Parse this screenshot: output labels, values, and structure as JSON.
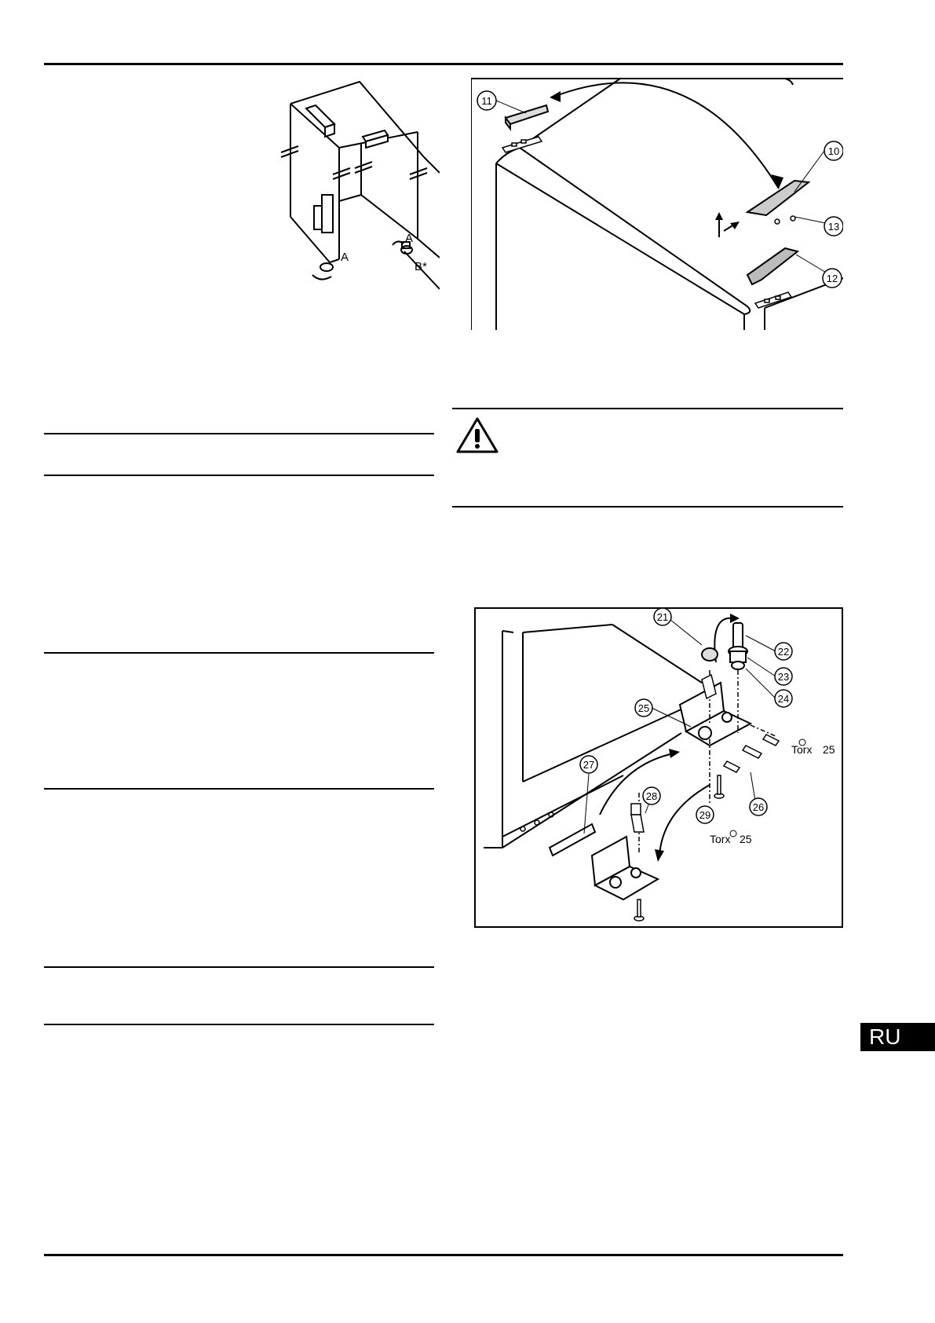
{
  "figure_cabinet": {
    "callouts": {
      "a_left": "A",
      "a_right": "A",
      "b": "B*"
    }
  },
  "figure_top_cover": {
    "callouts": [
      "10",
      "11",
      "12",
      "13"
    ]
  },
  "warning": {
    "icon": "warning-triangle-icon"
  },
  "figure_hinge": {
    "callouts": [
      "21",
      "22",
      "23",
      "24",
      "25",
      "26",
      "27",
      "28",
      "29"
    ],
    "torx_upper": "Torx",
    "torx_upper_size": "25",
    "torx_lower": "Torx",
    "torx_lower_size": "25"
  },
  "language_badge": "RU"
}
